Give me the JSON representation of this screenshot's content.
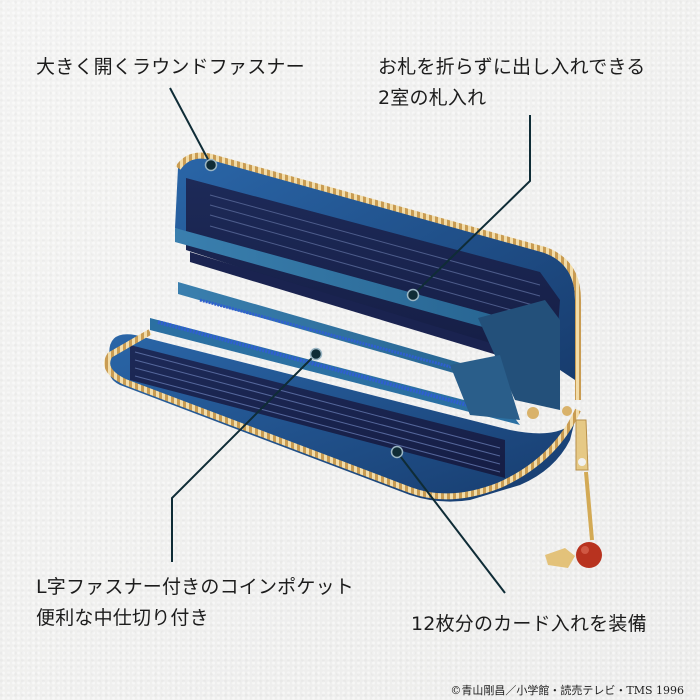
{
  "image": {
    "subject": "navy blue round-zipper long wallet, opened",
    "background_color": "#f1f1f0",
    "wallet_colors": {
      "exterior": "#1f4f86",
      "interior": "#1b2550",
      "inner_panels": "#2f6f9a",
      "zipper_gold": "#d9b26a",
      "coin_zipper_blue": "#2f5fd0",
      "charm_bead": "#b8331f"
    }
  },
  "annotations": [
    {
      "id": "round-zipper",
      "lines": [
        "大きく開くラウンドファスナー"
      ]
    },
    {
      "id": "bill-compartment",
      "lines": [
        "お札を折らずに出し入れできる",
        "2室の札入れ"
      ]
    },
    {
      "id": "coin-pocket",
      "lines": [
        "L字ファスナー付きのコインポケット",
        "便利な中仕切り付き"
      ]
    },
    {
      "id": "card-slots",
      "lines": [
        "12枚分のカード入れを装備"
      ]
    }
  ],
  "leader_line_color": "#0f2c36",
  "copyright": "©青山剛昌／小学館・読売テレビ・TMS 1996"
}
